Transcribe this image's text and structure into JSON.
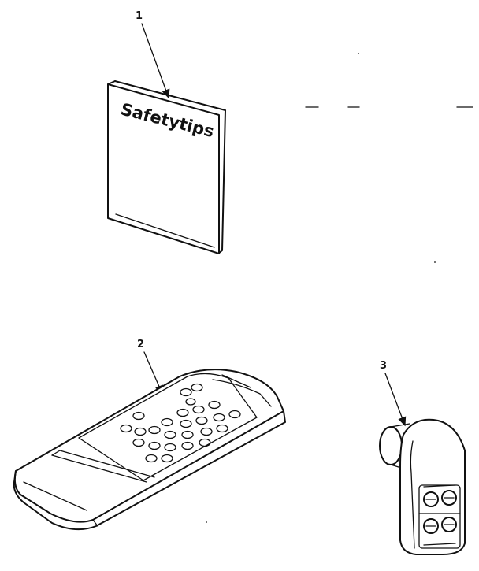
{
  "diagram": {
    "parts": [
      {
        "callout": "1",
        "label": "Safetytips",
        "icon": "safety-booklet-icon"
      },
      {
        "callout": "2",
        "icon": "remote-control-icon"
      },
      {
        "callout": "3",
        "icon": "antenna-adapter-icon"
      }
    ],
    "ink_color": "#111111",
    "background": "#ffffff"
  }
}
